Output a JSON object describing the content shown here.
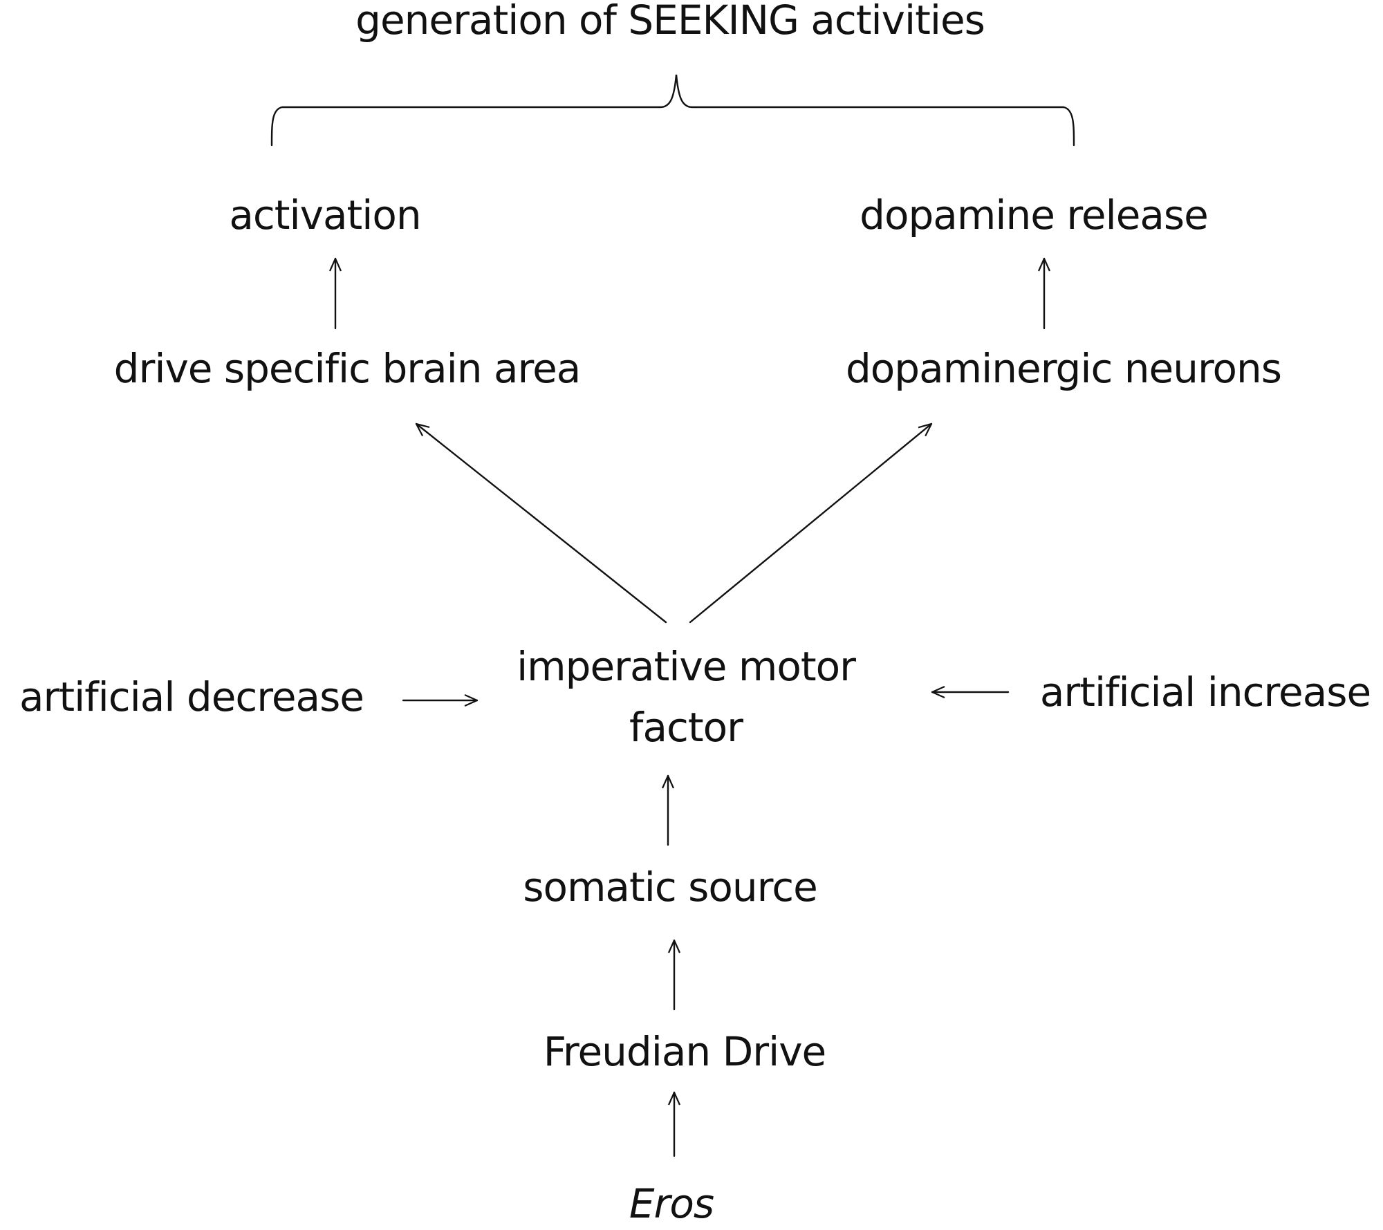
{
  "diagram": {
    "top_title": "generation of SEEKING activities",
    "activation": "activation",
    "dopamine_release": "dopamine release",
    "drive_brain_area": "drive specific brain area",
    "dopaminergic_neurons": "dopaminergic neurons",
    "motor_factor_line1": "imperative motor",
    "motor_factor_line2": "factor",
    "artificial_decrease": "artificial decrease",
    "artificial_increase": "artificial increase",
    "somatic_source": "somatic source",
    "freudian_drive": "Freudian Drive",
    "eros": "Eros",
    "line_color": "#111111"
  }
}
